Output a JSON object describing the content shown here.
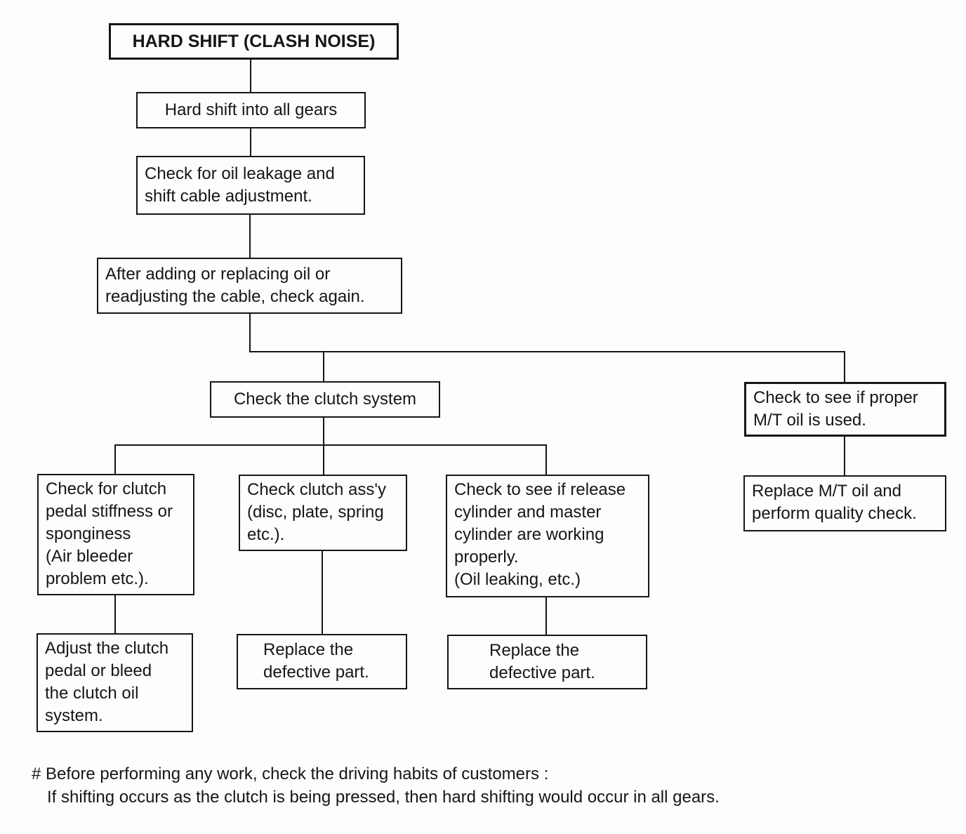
{
  "diagram": {
    "title": "HARD SHIFT (CLASH NOISE)",
    "nodes": {
      "symptom": "Hard shift into all gears",
      "check_oil_leakage": "Check for oil leakage and\nshift cable adjustment.",
      "recheck_after_fix": "After adding or replacing oil or\nreadjusting the cable, check again.",
      "check_clutch_system": "Check the clutch system",
      "check_mt_oil": "Check to see if proper\nM/T oil is used.",
      "check_clutch_pedal": "Check for clutch\npedal stiffness or\nsponginess\n(Air bleeder\nproblem etc.).",
      "check_clutch_assy": "Check clutch ass'y\n(disc, plate, spring\netc.).",
      "check_cylinders": "Check to see if release\ncylinder and master\ncylinder are working\nproperly.\n(Oil leaking, etc.)",
      "replace_mt_oil": "Replace M/T oil and\nperform quality check.",
      "adjust_clutch_pedal": "Adjust the clutch\npedal or bleed\nthe clutch oil\nsystem.",
      "replace_defective_mid": "Replace the\ndefective part.",
      "replace_defective_right": "Replace the\ndefective part."
    },
    "footnote": {
      "line1": "# Before performing any work, check the driving habits of customers :",
      "line2": "If shifting occurs as the clutch is being pressed, then hard shifting would occur in all gears."
    },
    "colors": {
      "ink": "#161616",
      "paper": "#fdfdfd"
    }
  }
}
